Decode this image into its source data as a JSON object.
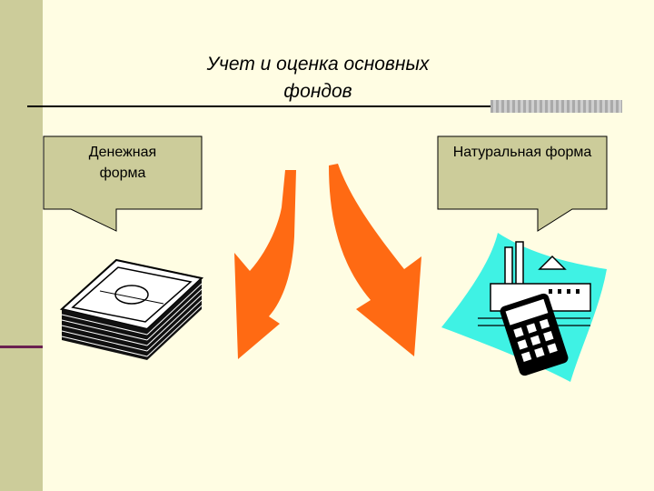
{
  "title": "Учет и оценка основных\nфондов",
  "callouts": {
    "left": "Денежная\nформа",
    "right": "Натуральная форма"
  },
  "colors": {
    "background": "#fffde3",
    "sidebar": "#cccc9a",
    "callout_fill": "#cccc9a",
    "arrow_fill": "#ff6a13",
    "accent_line": "#6b2150",
    "clipart_swoosh": "#3ff2e4"
  },
  "icons": [
    "money-stack-icon",
    "factory-calculator-icon",
    "curved-arrow-left-icon",
    "curved-arrow-right-icon"
  ]
}
